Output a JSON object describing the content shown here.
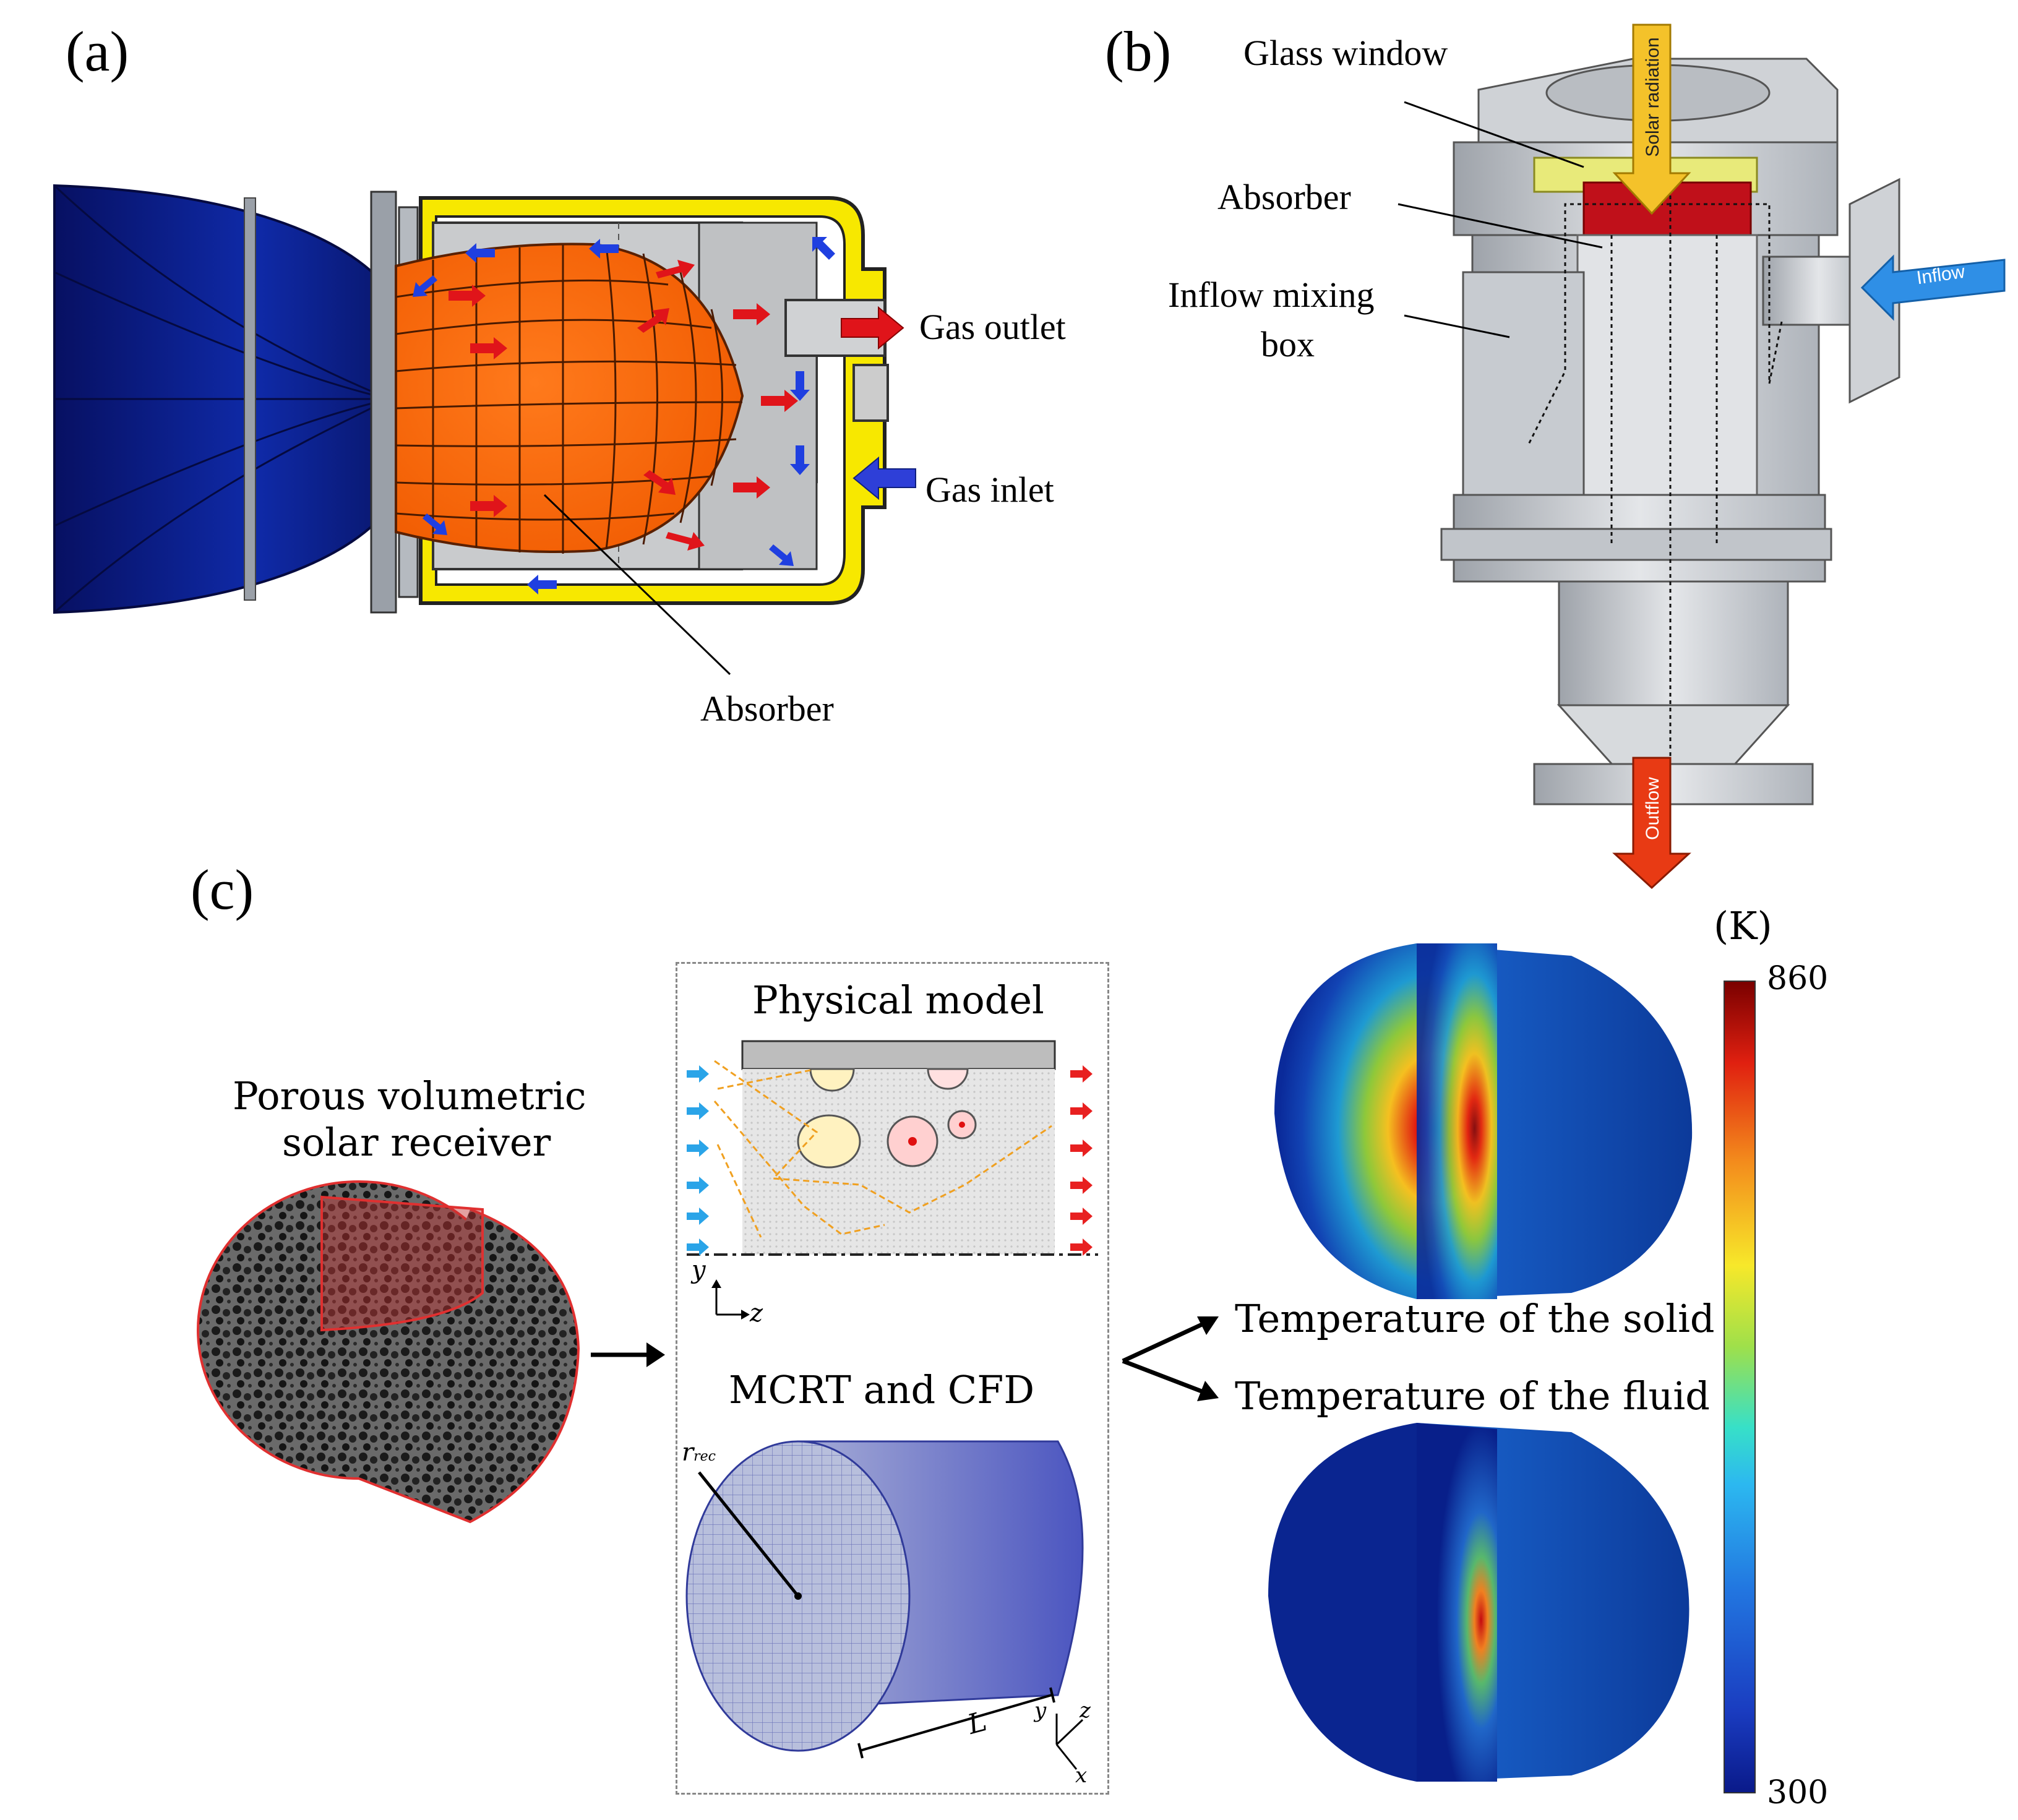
{
  "panel_a": {
    "label": "(a)",
    "gas_outlet": "Gas outlet",
    "gas_inlet": "Gas inlet",
    "absorber": "Absorber"
  },
  "panel_b": {
    "label": "(b)",
    "glass_window": "Glass window",
    "absorber": "Absorber",
    "inflow_mixing_box_line1": "Inflow mixing",
    "inflow_mixing_box_line2": "box",
    "solar_radiation": "Solar radiation",
    "inflow": "Inflow",
    "outflow": "Outflow"
  },
  "panel_c": {
    "label": "(c)",
    "receiver_line1": "Porous volumetric",
    "receiver_line2": "solar receiver",
    "physical_model": "Physical model",
    "axis_y": "y",
    "axis_z": "z",
    "mcrt_cfd": "MCRT and CFD",
    "r_rec": "r",
    "r_rec_sub": "rec",
    "length_L": "L",
    "axis3_y": "y",
    "axis3_z": "z",
    "axis3_x": "x",
    "temp_solid": "Temperature of the solid",
    "temp_fluid": "Temperature of the fluid",
    "colorbar_unit": "(K)",
    "colorbar_max": "860",
    "colorbar_min": "300"
  },
  "colors": {
    "absorber_orange": "#ff6a10",
    "yellow_channel": "#f7e800",
    "dish_blue": "#0d1f8f",
    "absorber_red": "#c0101a",
    "inflow_blue": "#2f8fe6",
    "outflow_red": "#e83a14",
    "solar_yellow": "#f4c22a"
  }
}
